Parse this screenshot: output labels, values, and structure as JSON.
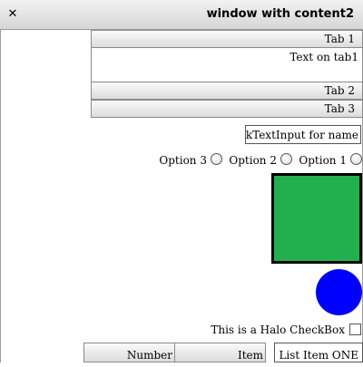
{
  "window": {
    "title": "window with content2",
    "close_icon": "✕"
  },
  "accordion": {
    "tabs": [
      {
        "label": "Tab 1",
        "content": "Text on tab1",
        "expanded": true
      },
      {
        "label": "Tab 2",
        "expanded": false
      },
      {
        "label": "Tab 3",
        "expanded": false
      }
    ]
  },
  "text_input": {
    "value": "arkTextInput for name"
  },
  "radio_options": [
    {
      "label": "Option 3",
      "selected": false
    },
    {
      "label": "Option 2",
      "selected": false
    },
    {
      "label": "Option 1",
      "selected": false
    }
  ],
  "shapes": {
    "square_color": "#22b04e",
    "circle_color": "#0000ff"
  },
  "checkbox": {
    "label": "This is a Halo CheckBox",
    "checked": false
  },
  "table": {
    "columns": [
      "Number",
      "Item"
    ]
  },
  "list": {
    "items": [
      "List Item ONE"
    ]
  }
}
